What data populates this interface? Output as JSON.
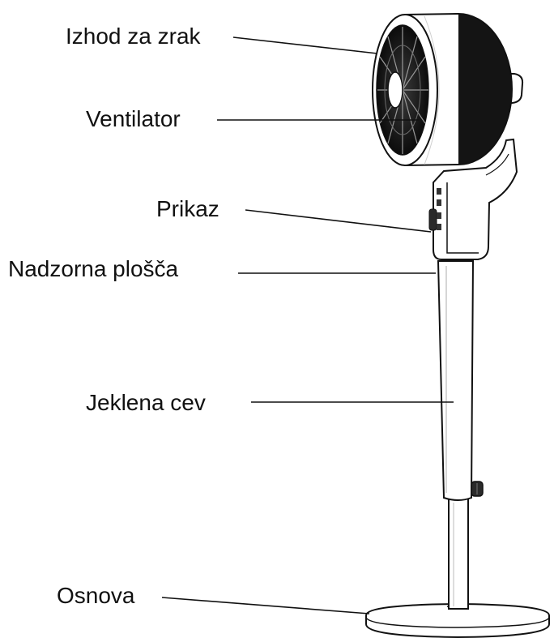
{
  "labels": {
    "air_outlet": "Izhod za zrak",
    "fan": "Ventilator",
    "display": "Prikaz",
    "control_panel": "Nadzorna plošča",
    "steel_tube": "Jeklena cev",
    "base": "Osnova"
  },
  "colors": {
    "line": "#111111",
    "text": "#111111",
    "background": "#ffffff",
    "fan_dark": "#151515"
  }
}
